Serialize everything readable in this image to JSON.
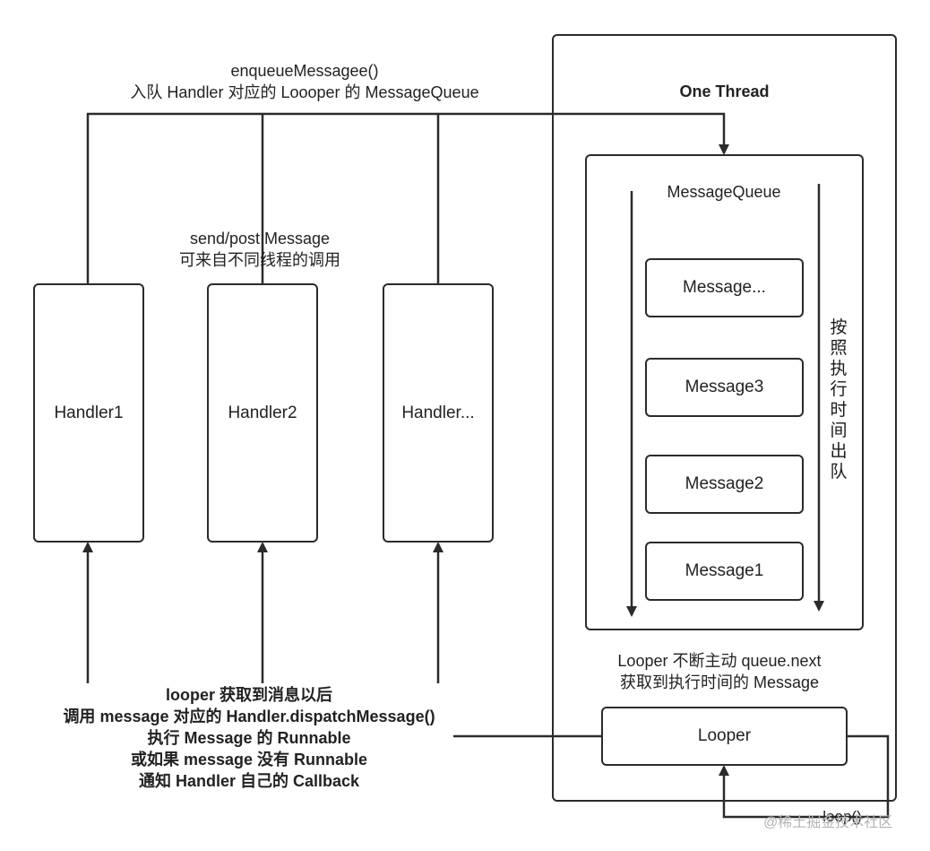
{
  "enqueue_label": {
    "line1": "enqueueMessagee()",
    "line2": "入队 Handler 对应的 Loooper 的 MessageQueue"
  },
  "send_label": {
    "line1": "send/post Message",
    "line2": "可来自不同线程的调用"
  },
  "handlers": [
    "Handler1",
    "Handler2",
    "Handler..."
  ],
  "thread": {
    "title": "One Thread",
    "queue_title": "MessageQueue",
    "messages": [
      "Message...",
      "Message3",
      "Message2",
      "Message1"
    ],
    "order_label": "按照执行时间出队",
    "looper_label": "Looper",
    "fetch_label": {
      "line1": "Looper 不断主动 queue.next",
      "line2": "获取到执行时间的 Message"
    },
    "loop_label": "loop()"
  },
  "dispatch_note": [
    "looper 获取到消息以后",
    "调用 message 对应的 Handler.dispatchMessage()",
    "执行 Message 的 Runnable",
    "或如果 message 没有 Runnable",
    "通知 Handler 自己的 Callback"
  ],
  "watermark": "@稀土掘金技术社区",
  "colors": {
    "stroke": "#2b2b2b",
    "text": "#222222"
  }
}
